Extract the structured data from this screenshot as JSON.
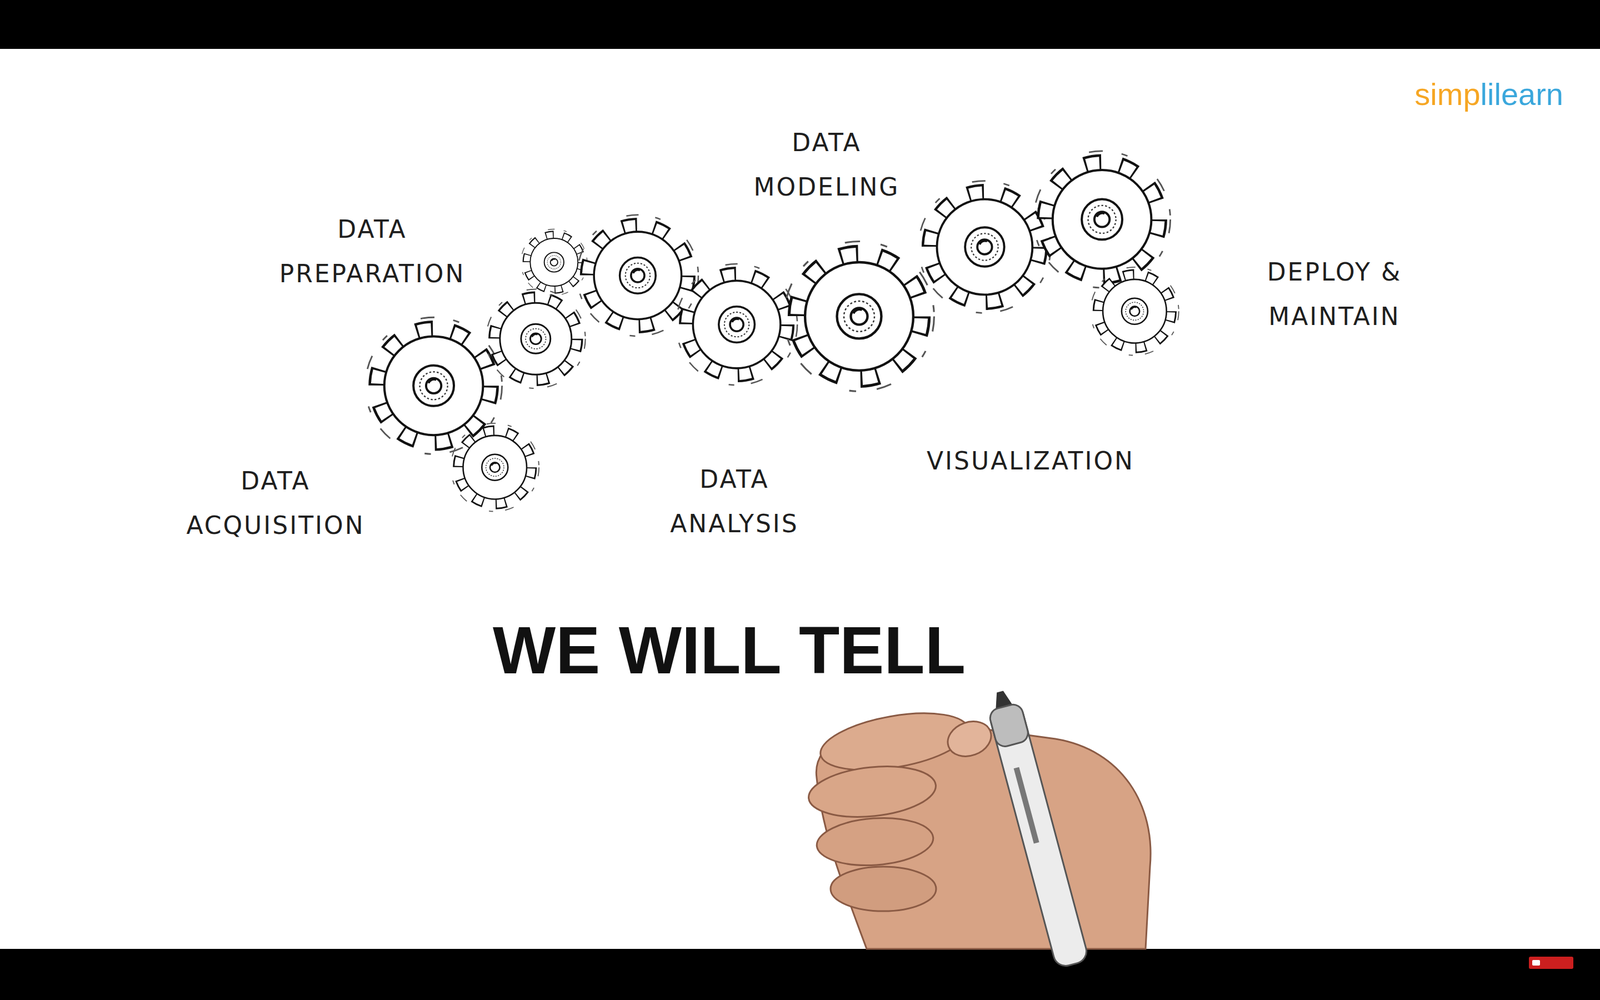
{
  "diagram": {
    "labels": [
      "DATA MODELING",
      "DATA PREPARATION",
      "DEPLOY & MAINTAIN",
      "VISUALIZATION",
      "DATA ACQUISITION",
      "DATA ANALYSIS",
      "WE WILL TELL",
      "simplilearn"
    ]
  }
}
